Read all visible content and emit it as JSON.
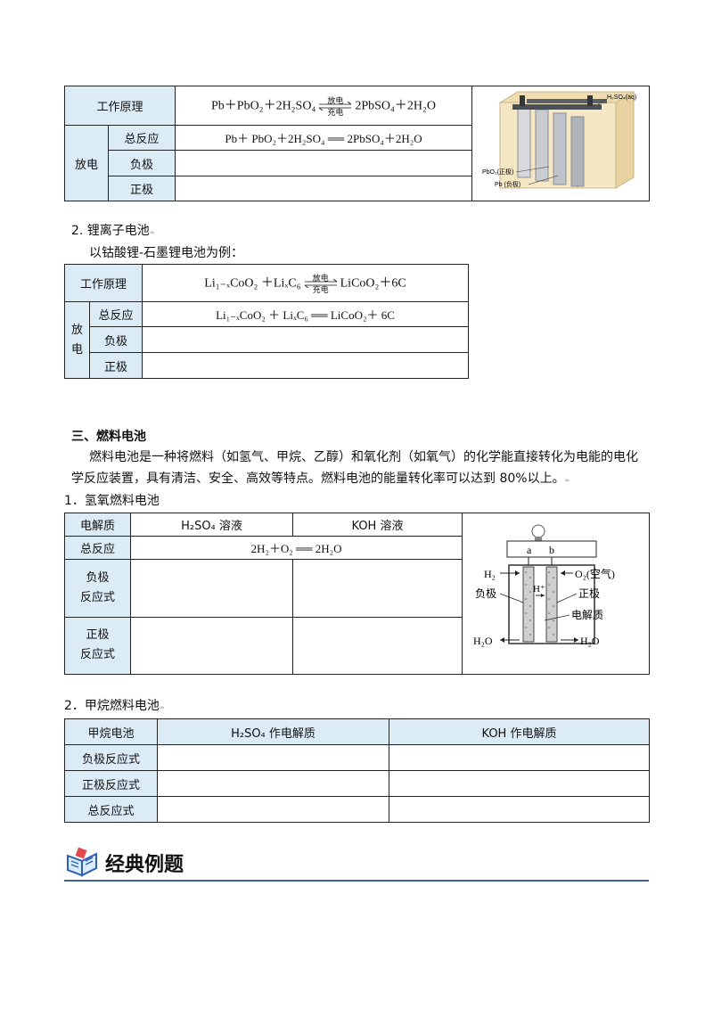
{
  "lead_table": {
    "working_principle_label": "工作原理",
    "working_principle_left": "Pb＋PbO₂＋2H₂SO₄",
    "working_principle_right": "2PbSO₄＋2H₂O",
    "arrow_top": "放电",
    "arrow_bottom": "充电",
    "discharge_label": "放电",
    "total_label": "总反应",
    "total_eq": "Pb＋ PbO₂＋2H₂SO₄ ══ 2PbSO₄＋2H₂O",
    "negative_label": "负极",
    "positive_label": "正极",
    "image_labels": {
      "h2so4": "H₂SO₄(aq)",
      "pbo2": "PbO₂(正极)",
      "pb": "Pb (负极)"
    }
  },
  "section2": {
    "heading": "2. 锂离子电池",
    "intro": "以钴酸锂-石墨锂电池为例：",
    "working_principle_label": "工作原理",
    "working_left": "Li₁₋ₓCoO₂ ＋LiₓC₆",
    "working_right": "LiCoO₂＋6C",
    "arrow_top": "放电",
    "arrow_bottom": "充电",
    "discharge_label_1": "放",
    "discharge_label_2": "电",
    "total_label": "总反应",
    "total_eq": "Li₁₋ₓCoO₂ ＋ LiₓC₆ ══ LiCoO₂＋ 6C",
    "negative_label": "负极",
    "positive_label": "正极"
  },
  "section3": {
    "heading": "三、燃料电池",
    "para_line1": "燃料电池是一种将燃料（如氢气、甲烷、乙醇）和氧化剂（如氧气）的化学能直接转化为电能的电化",
    "para_line2": "学反应装置，具有清洁、安全、高效等特点。燃料电池的能量转化率可以达到 80%以上。",
    "sub1": "1．氢氧燃料电池",
    "h_table": {
      "electrolyte_label": "电解质",
      "col_acid": "H₂SO₄ 溶液",
      "col_base": "KOH 溶液",
      "total_label": "总反应",
      "total_eq": "2H₂＋O₂ ══ 2H₂O",
      "neg_label_1": "负极",
      "neg_label_2": "反应式",
      "pos_label_1": "正极",
      "pos_label_2": "反应式"
    },
    "diagram": {
      "a": "a",
      "b": "b",
      "h2": "H₂",
      "o2": "O₂(空气)",
      "hplus": "H⁺",
      "neg": "负极",
      "pos": "正极",
      "electrolyte": "电解质",
      "h2o_left": "H₂O",
      "h2o_right": "H₂O"
    },
    "sub2": "2．甲烷燃料电池",
    "m_table": {
      "col0": "甲烷电池",
      "col1": "H₂SO₄ 作电解质",
      "col2": "KOH 作电解质",
      "row1": "负极反应式",
      "row2": "正极反应式",
      "row3": "总反应式"
    }
  },
  "footer_heading": "经典例题",
  "colors": {
    "header_fill": "#dcecf6",
    "rule": "#3a5fa8"
  }
}
